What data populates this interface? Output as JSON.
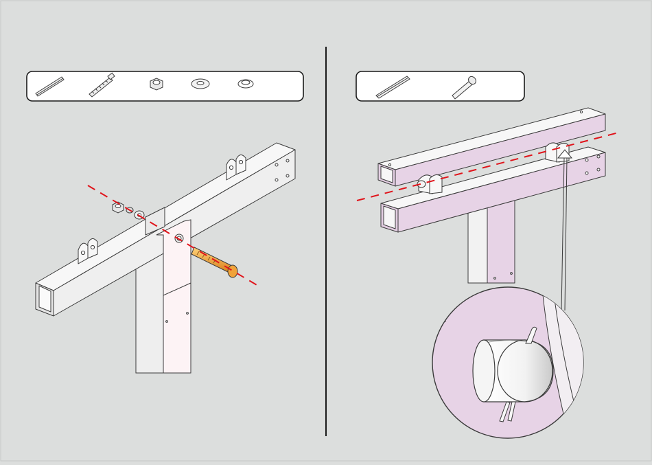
{
  "page": {
    "background": "#dcdedd"
  },
  "colors": {
    "axis_line": "#e0141b",
    "part_outline": "#3a3a3a",
    "frame_fill": "#f4f4f4",
    "frame_shade": "#d9d9d9",
    "highlight_fill": "#e7d3e6",
    "bolt_fill": "#f0a33a",
    "divider": "#1a1a1a",
    "panel_fill": "#ffffff"
  },
  "steps": [
    {
      "parts_panel_icons": [
        "threaded-rod-icon",
        "threaded-bolt-icon",
        "hex-nut-icon",
        "flat-washer-icon",
        "lock-washer-icon"
      ],
      "assembly": "crossbeam-onto-post"
    },
    {
      "parts_panel_icons": [
        "pin-rod-icon",
        "clevis-pin-icon"
      ],
      "assembly": "beams-with-pivot-pins",
      "detail_view": "pin-with-cotter-closeup"
    }
  ]
}
